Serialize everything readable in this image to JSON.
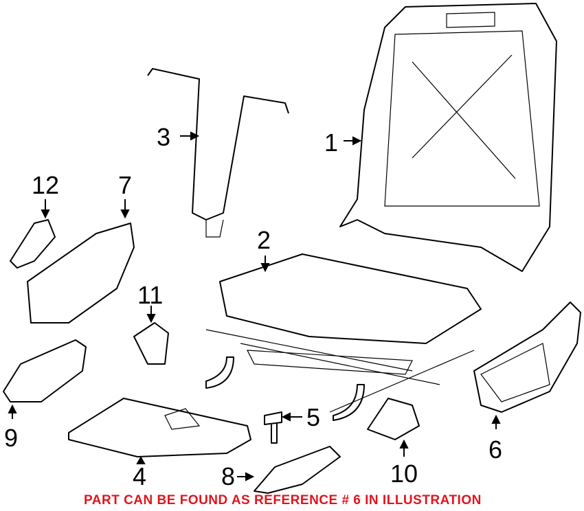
{
  "callouts": [
    "1",
    "2",
    "3",
    "4",
    "5",
    "6",
    "7",
    "8",
    "9",
    "10",
    "11",
    "12"
  ],
  "caption": "PART CAN BE FOUND AS REFERENCE # 6 IN ILLUSTRATION",
  "colors": {
    "caption": "#e0141e",
    "lines": "#000000"
  }
}
